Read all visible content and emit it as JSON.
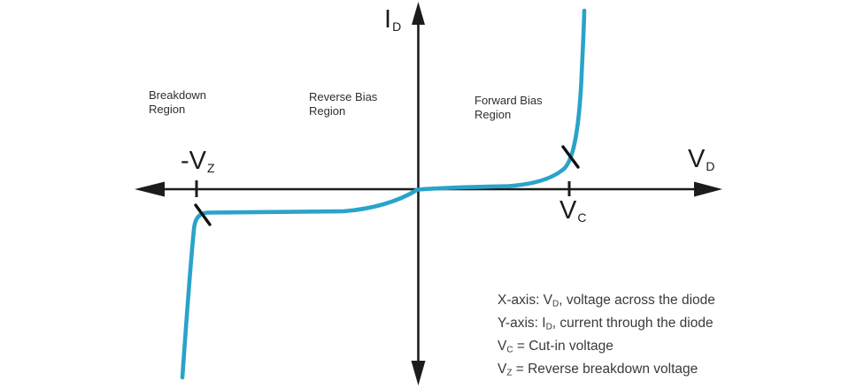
{
  "colors": {
    "curve": "#2AA3CA",
    "axis": "#1C1C1C",
    "break_mark": "#111111"
  },
  "axes": {
    "y_label": {
      "main": "I",
      "sub": "D"
    },
    "x_label": {
      "main": "V",
      "sub": "D"
    },
    "neg_tick_label": {
      "main": "-V",
      "sub": "Z"
    },
    "pos_tick_label": {
      "main": "V",
      "sub": "C"
    }
  },
  "regions": {
    "breakdown": {
      "line1": "Breakdown",
      "line2": "Region"
    },
    "reverse_bias": {
      "line1": "Reverse Bias",
      "line2": "Region"
    },
    "forward_bias": {
      "line1": "Forward Bias",
      "line2": "Region"
    }
  },
  "legend": {
    "lines": [
      {
        "prefix": "X-axis: V",
        "sub": "D",
        "suffix": ", voltage across the diode"
      },
      {
        "prefix": "Y-axis: I",
        "sub": "D",
        "suffix": ", current through the diode"
      },
      {
        "prefix": "V",
        "sub": "C",
        "suffix": " = Cut-in voltage"
      },
      {
        "prefix": "V",
        "sub": "Z",
        "suffix": " = Reverse breakdown voltage"
      }
    ]
  }
}
